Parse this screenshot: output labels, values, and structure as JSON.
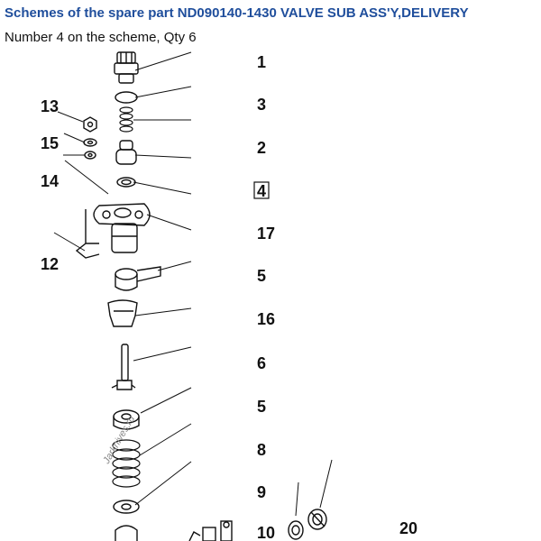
{
  "page": {
    "title": "Schemes of the spare part ND090140-1430 VALVE SUB ASS'Y,DELIVERY",
    "subtitle": "Number 4 on the scheme, Qty 6"
  },
  "scheme": {
    "callouts": [
      {
        "id": "c1",
        "label": "1",
        "highlighted": false
      },
      {
        "id": "c3",
        "label": "3",
        "highlighted": false
      },
      {
        "id": "c2",
        "label": "2",
        "highlighted": false
      },
      {
        "id": "c4",
        "label": "4",
        "highlighted": true
      },
      {
        "id": "c17",
        "label": "17",
        "highlighted": false
      },
      {
        "id": "c5a",
        "label": "5",
        "highlighted": false
      },
      {
        "id": "c16",
        "label": "16",
        "highlighted": false
      },
      {
        "id": "c6",
        "label": "6",
        "highlighted": false
      },
      {
        "id": "c5b",
        "label": "5",
        "highlighted": false
      },
      {
        "id": "c8",
        "label": "8",
        "highlighted": false
      },
      {
        "id": "c9",
        "label": "9",
        "highlighted": false
      },
      {
        "id": "c10",
        "label": "10",
        "highlighted": false
      },
      {
        "id": "c20",
        "label": "20",
        "highlighted": false
      },
      {
        "id": "c13",
        "label": "13",
        "highlighted": false
      },
      {
        "id": "c15",
        "label": "15",
        "highlighted": false
      },
      {
        "id": "c14",
        "label": "14",
        "highlighted": false
      },
      {
        "id": "c12",
        "label": "12",
        "highlighted": false
      }
    ],
    "watermark": "Jarknives.ru"
  }
}
